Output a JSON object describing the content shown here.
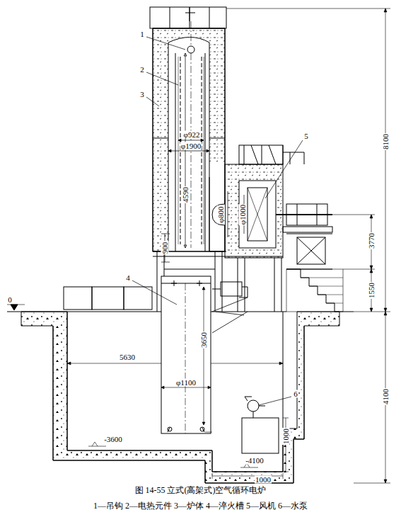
{
  "diagram": {
    "title": "图 14-55 立式(高架式)空气循环电炉",
    "caption": "1—吊钩 2—电热元件 3—炉体 4—淬火槽 5—风机 6—水泵",
    "labels": [
      "1",
      "2",
      "3",
      "4",
      "5",
      "6",
      "φ922",
      "φ1900",
      "4590",
      "900",
      "φ800",
      "φ1000",
      "8100",
      "3770",
      "1550",
      "4100",
      "0",
      "5630",
      "3650",
      "φ1100",
      "-3600",
      "-4100",
      "1000",
      "1000"
    ]
  }
}
